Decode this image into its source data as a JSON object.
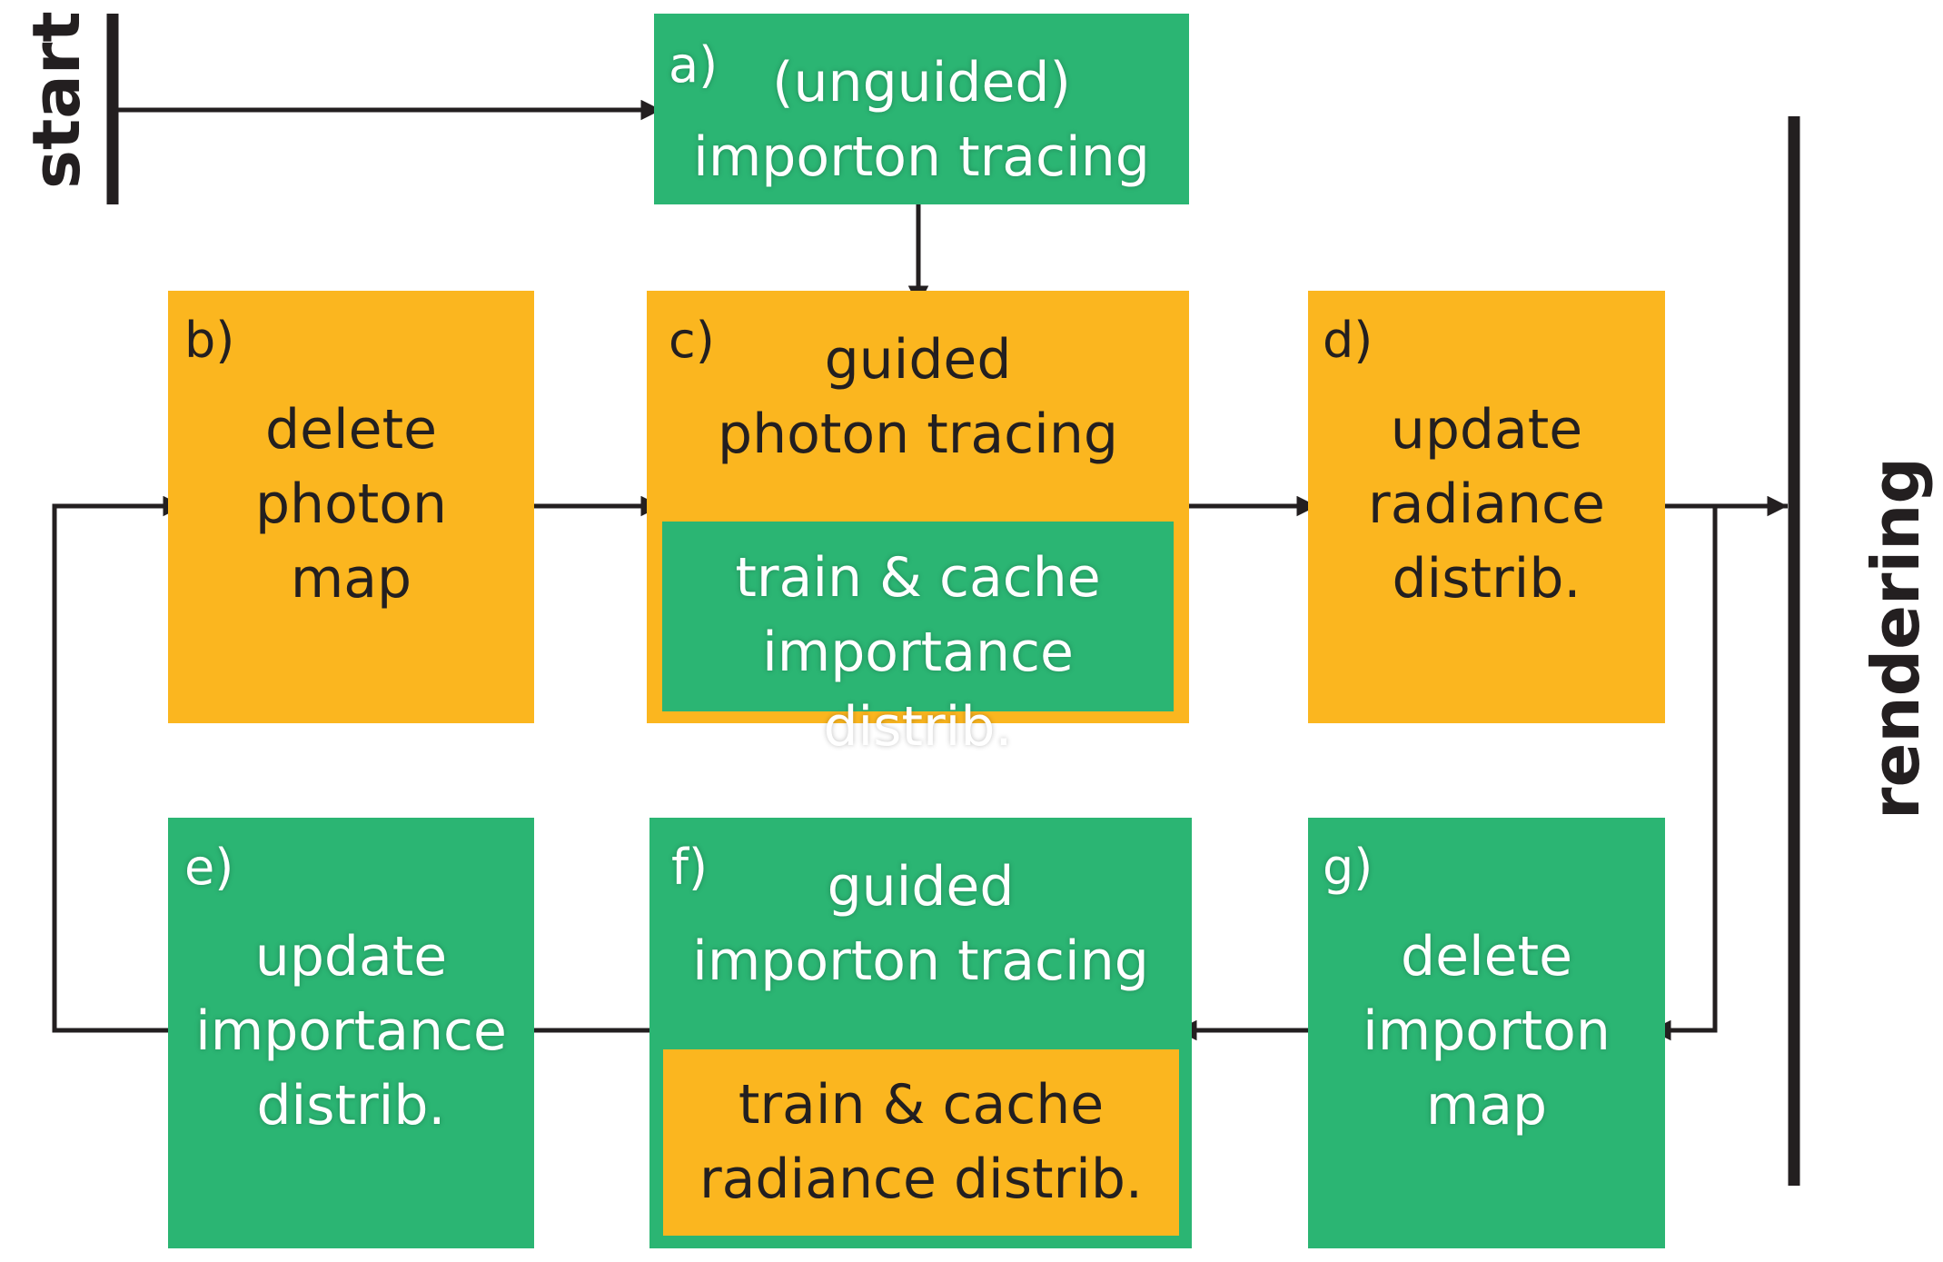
{
  "labels": {
    "start": "start",
    "rendering": "rendering"
  },
  "colors": {
    "green": "#2bb573",
    "orange": "#fbb61f",
    "line": "#231f20"
  },
  "boxes": {
    "a": {
      "tag": "a)",
      "lines": [
        "(unguided)",
        "importon tracing"
      ]
    },
    "b": {
      "tag": "b)",
      "lines": [
        "delete",
        "photon",
        "map"
      ]
    },
    "c": {
      "tag": "c)",
      "lines": [
        "guided",
        "photon tracing"
      ],
      "inner": {
        "lines": [
          "train & cache",
          "importance distrib."
        ]
      }
    },
    "d": {
      "tag": "d)",
      "lines": [
        "update",
        "radiance",
        "distrib."
      ]
    },
    "e": {
      "tag": "e)",
      "lines": [
        "update",
        "importance",
        "distrib."
      ]
    },
    "f": {
      "tag": "f)",
      "lines": [
        "guided",
        "importon tracing"
      ],
      "inner": {
        "lines": [
          "train & cache",
          "radiance distrib."
        ]
      }
    },
    "g": {
      "tag": "g)",
      "lines": [
        "delete",
        "importon",
        "map"
      ]
    }
  }
}
